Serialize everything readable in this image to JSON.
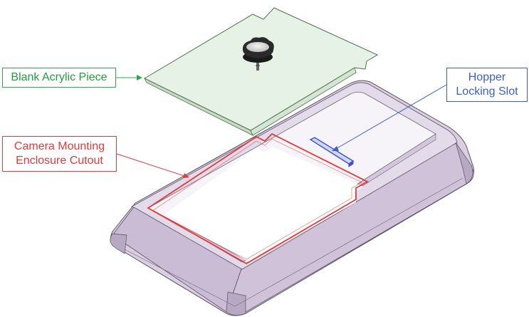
{
  "callouts": {
    "blank_acrylic": "Blank Acrylic Piece",
    "hopper_line1": "Hopper",
    "hopper_line2": "Locking Slot",
    "camera_line1": "Camera Mounting",
    "camera_line2": "Enclosure Cutout"
  },
  "colors": {
    "acrylic_fill": "#e6f2e6",
    "acrylic_edge": "#4f6e4f",
    "enclosure_fill": "#d9cfe1",
    "enclosure_dark": "#b7a8c4",
    "enclosure_edge": "#5a5060",
    "cutout_outline": "#e03a3a",
    "hopper_slot": "#3b4fd0",
    "blank_callout": "#2ea84b",
    "hopper_callout": "#3b5fc4",
    "camera_callout": "#e03a3a"
  }
}
